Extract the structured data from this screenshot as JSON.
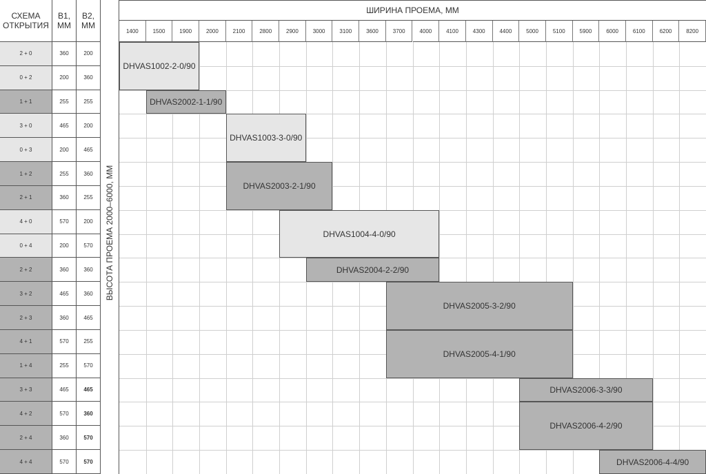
{
  "table_headers": {
    "scheme": "СХЕМА\nОТКРЫТИЯ",
    "b1": "B1,\nMM",
    "b2": "B2,\nMM"
  },
  "vertical_label": "ВЫСОТА ПРОЕМА 2000–6000, ММ",
  "width_title": "ШИРИНА ПРОЕМА, ММ",
  "widths": [
    "1400",
    "1500",
    "1900",
    "2000",
    "2100",
    "2800",
    "2900",
    "3000",
    "3100",
    "3600",
    "3700",
    "4000",
    "4100",
    "4300",
    "4400",
    "5000",
    "5100",
    "5900",
    "6000",
    "6100",
    "6200",
    "8200"
  ],
  "rows": [
    {
      "scheme": "2 + 0",
      "b1": "360",
      "b2": "200",
      "shade": "light"
    },
    {
      "scheme": "0 + 2",
      "b1": "200",
      "b2": "360",
      "shade": "light"
    },
    {
      "scheme": "1 + 1",
      "b1": "255",
      "b2": "255",
      "shade": "dark"
    },
    {
      "scheme": "3 + 0",
      "b1": "465",
      "b2": "200",
      "shade": "light"
    },
    {
      "scheme": "0 + 3",
      "b1": "200",
      "b2": "465",
      "shade": "light"
    },
    {
      "scheme": "1 + 2",
      "b1": "255",
      "b2": "360",
      "shade": "dark"
    },
    {
      "scheme": "2 + 1",
      "b1": "360",
      "b2": "255",
      "shade": "dark"
    },
    {
      "scheme": "4 + 0",
      "b1": "570",
      "b2": "200",
      "shade": "light"
    },
    {
      "scheme": "0 + 4",
      "b1": "200",
      "b2": "570",
      "shade": "light"
    },
    {
      "scheme": "2 + 2",
      "b1": "360",
      "b2": "360",
      "shade": "dark"
    },
    {
      "scheme": "3 + 2",
      "b1": "465",
      "b2": "360",
      "shade": "dark"
    },
    {
      "scheme": "2 + 3",
      "b1": "360",
      "b2": "465",
      "shade": "dark"
    },
    {
      "scheme": "4 + 1",
      "b1": "570",
      "b2": "255",
      "shade": "dark"
    },
    {
      "scheme": "1 + 4",
      "b1": "255",
      "b2": "570",
      "shade": "dark"
    },
    {
      "scheme": "3 + 3",
      "b1": "465",
      "b2": "465",
      "shade": "dark",
      "bold_b2": true
    },
    {
      "scheme": "4 + 2",
      "b1": "570",
      "b2": "360",
      "shade": "dark",
      "bold_b2": true
    },
    {
      "scheme": "2 + 4",
      "b1": "360",
      "b2": "570",
      "shade": "dark",
      "bold_b2": true
    },
    {
      "scheme": "4 + 4",
      "b1": "570",
      "b2": "570",
      "shade": "dark",
      "bold_b2": true
    }
  ],
  "models": [
    {
      "label": "DHVAS1002-2-0/90",
      "col_start": 0,
      "col_end": 2,
      "row_start": 0,
      "row_end": 1,
      "shade": "light"
    },
    {
      "label": "DHVAS2002-1-1/90",
      "col_start": 1,
      "col_end": 3,
      "row_start": 2,
      "row_end": 2,
      "shade": "dark"
    },
    {
      "label": "DHVAS1003-3-0/90",
      "col_start": 4,
      "col_end": 6,
      "row_start": 3,
      "row_end": 4,
      "shade": "light"
    },
    {
      "label": "DHVAS2003-2-1/90",
      "col_start": 4,
      "col_end": 7,
      "row_start": 5,
      "row_end": 6,
      "shade": "dark"
    },
    {
      "label": "DHVAS1004-4-0/90",
      "col_start": 6,
      "col_end": 11,
      "row_start": 7,
      "row_end": 8,
      "shade": "light"
    },
    {
      "label": "DHVAS2004-2-2/90",
      "col_start": 7,
      "col_end": 11,
      "row_start": 9,
      "row_end": 9,
      "shade": "dark"
    },
    {
      "label": "DHVAS2005-3-2/90",
      "col_start": 10,
      "col_end": 16,
      "row_start": 10,
      "row_end": 11,
      "shade": "dark"
    },
    {
      "label": "DHVAS2005-4-1/90",
      "col_start": 10,
      "col_end": 16,
      "row_start": 12,
      "row_end": 13,
      "shade": "dark"
    },
    {
      "label": "DHVAS2006-3-3/90",
      "col_start": 15,
      "col_end": 19,
      "row_start": 14,
      "row_end": 14,
      "shade": "dark"
    },
    {
      "label": "DHVAS2006-4-2/90",
      "col_start": 15,
      "col_end": 19,
      "row_start": 15,
      "row_end": 16,
      "shade": "dark"
    },
    {
      "label": "DHVAS2006-4-4/90",
      "col_start": 18,
      "col_end": 21,
      "row_start": 17,
      "row_end": 17,
      "shade": "dark"
    }
  ],
  "colors": {
    "light": "#e6e6e6",
    "dark": "#b3b3b3",
    "grid": "#cfcfcf",
    "border": "#555555",
    "text": "#333333"
  }
}
